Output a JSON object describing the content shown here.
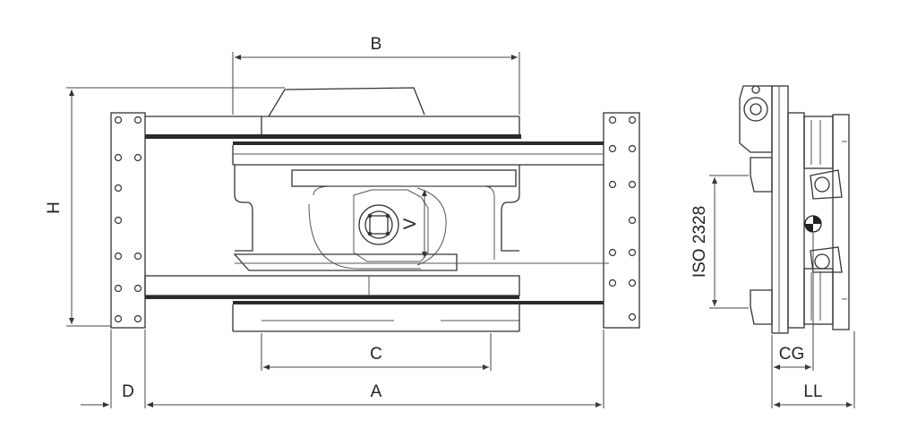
{
  "labels": {
    "b": "B",
    "h": "H",
    "v": "V",
    "c": "C",
    "a": "A",
    "d": "D",
    "iso": "ISO 2328",
    "cg": "CG",
    "ll": "LL"
  },
  "colors": {
    "line": "#333333",
    "background": "#ffffff"
  }
}
